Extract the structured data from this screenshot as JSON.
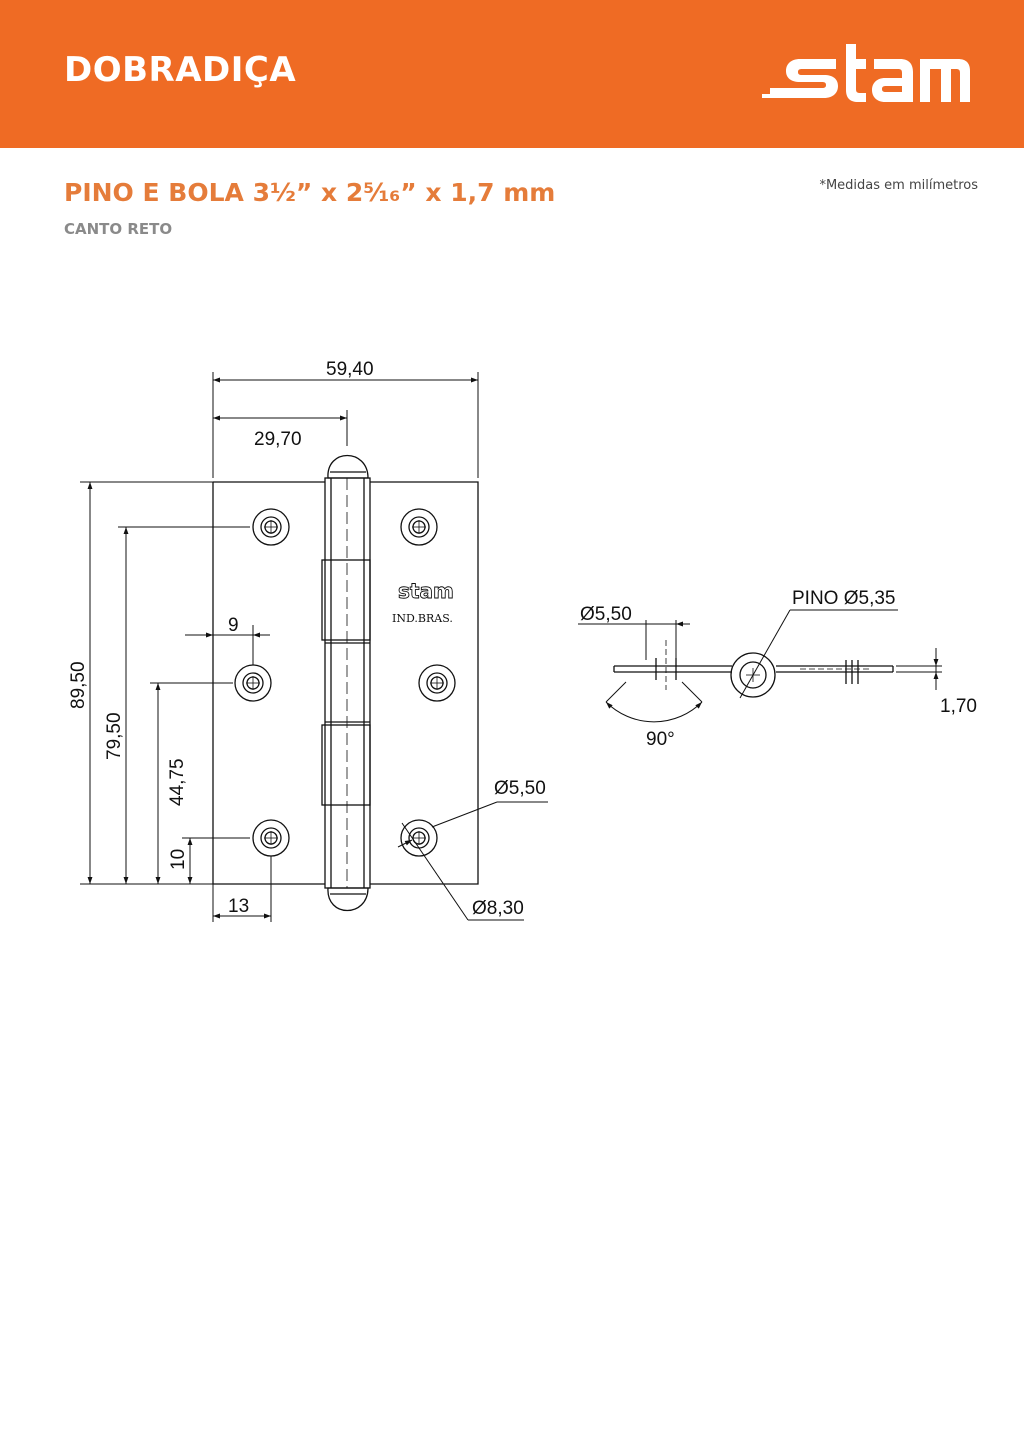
{
  "header": {
    "title": "DOBRADIÇA",
    "brand": "stam",
    "background_color": "#ef6b24"
  },
  "product": {
    "name": "PINO E BOLA",
    "size": "3½” x  2⁵⁄₁₆” x 1,7 mm",
    "variant": "CANTO RETO",
    "title_color": "#e57c3a"
  },
  "note": "*Medidas em milímetros",
  "front_view": {
    "stamp_brand": "stam",
    "stamp_text": "IND.BRAS.",
    "dimensions": {
      "overall_width": "59,40",
      "half_width": "29,70",
      "overall_height": "89,50",
      "hole_span": "79,50",
      "middle_hole": "44,75",
      "bottom_hole": "10",
      "hole_offset_top": "9",
      "hole_offset_bottom": "13",
      "hole_diameter": "Ø5,50",
      "countersink_diameter": "Ø8,30"
    }
  },
  "side_view": {
    "hole_diameter": "Ø5,50",
    "pin_label": "PINO Ø5,35",
    "angle": "90°",
    "thickness": "1,70"
  }
}
